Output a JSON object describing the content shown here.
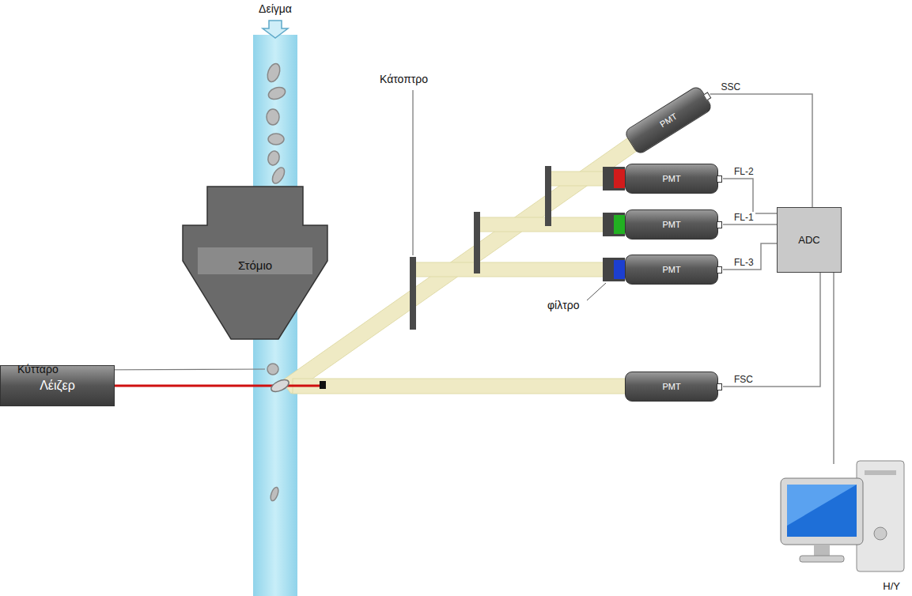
{
  "diagram": {
    "nodes": [
      {
        "text": [
          "Στόμιο"
        ]
      },
      {
        "text": [
          "Λέιζερ"
        ]
      },
      {
        "text": [
          "PMT"
        ]
      },
      {
        "text": [
          "PMT"
        ]
      },
      {
        "text": [
          "PMT"
        ]
      },
      {
        "text": [
          "PMT"
        ]
      },
      {
        "text": [
          "PMT"
        ]
      },
      {
        "text": [
          "ADC"
        ]
      },
      {
        "text": [
          "Η/Υ"
        ]
      }
    ],
    "edges": [
      {
        "from": 2,
        "to": 7,
        "label": "SSC",
        "arrow": "none"
      },
      {
        "from": 3,
        "to": 7,
        "label": "FL-2",
        "arrow": "none"
      },
      {
        "from": 4,
        "to": 7,
        "label": "FL-1",
        "arrow": "none"
      },
      {
        "from": 5,
        "to": 7,
        "label": "FL-3",
        "arrow": "none"
      },
      {
        "from": 6,
        "to": 7,
        "label": "FSC",
        "arrow": "none"
      },
      {
        "from": 7,
        "to": 8,
        "arrow": "none"
      }
    ],
    "labels": [
      "Δείγμα",
      "Κύτταρο",
      "Κάτοπτρο",
      "φίλτρο"
    ]
  }
}
